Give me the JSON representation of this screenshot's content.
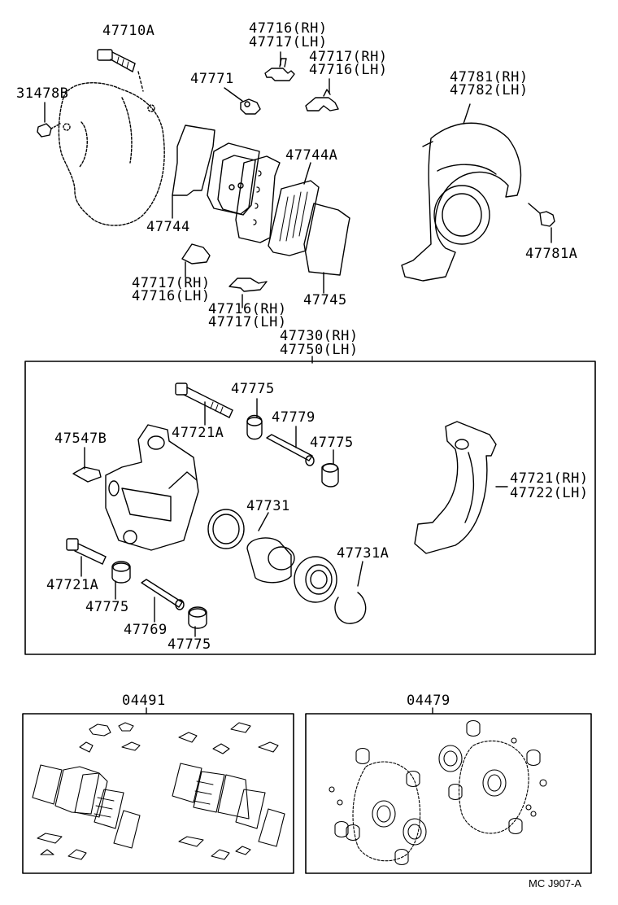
{
  "figure_code": "MC J907-A",
  "labels": {
    "p47710A": "47710A",
    "p31478B": "31478B",
    "p47716_rh_top": "47716(RH)",
    "p47717_lh_top": "47717(LH)",
    "p47717_rh_top2": "47717(RH)",
    "p47716_lh_top2": "47716(LH)",
    "p47771": "47771",
    "p47781_rh": "47781(RH)",
    "p47782_lh": "47782(LH)",
    "p47744A": "47744A",
    "p47744": "47744",
    "p47781A": "47781A",
    "p47717_rh_mid": "47717(RH)",
    "p47716_lh_mid": "47716(LH)",
    "p47745": "47745",
    "p47716_rh_low": "47716(RH)",
    "p47717_lh_low": "47717(LH)",
    "p47730_rh": "47730(RH)",
    "p47750_lh": "47750(LH)",
    "p47775_a": "47775",
    "p47721A_a": "47721A",
    "p47779": "47779",
    "p47547B": "47547B",
    "p47775_b": "47775",
    "p47721_rh": "47721(RH)",
    "p47722_lh": "47722(LH)",
    "p47731": "47731",
    "p47731A": "47731A",
    "p47721A_b": "47721A",
    "p47775_c": "47775",
    "p47769": "47769",
    "p47775_d": "47775",
    "p04491": "04491",
    "p04479": "04479"
  },
  "colors": {
    "ink": "#000000",
    "paper": "#ffffff"
  }
}
